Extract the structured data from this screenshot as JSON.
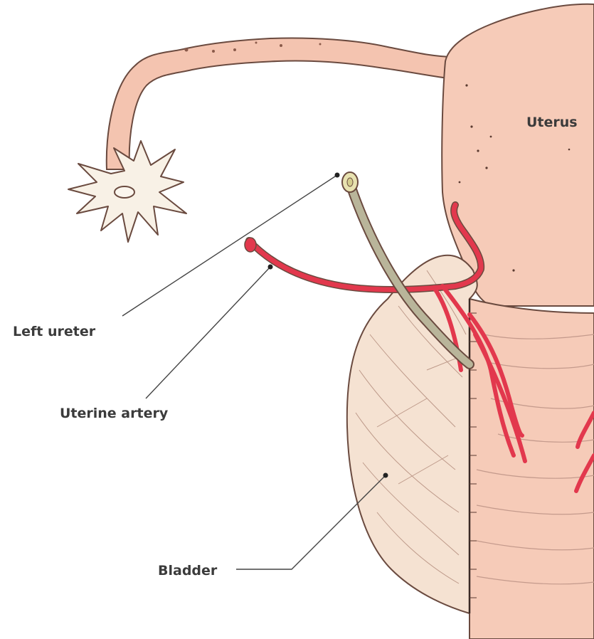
{
  "labels": {
    "uterus": "Uterus",
    "left_ureter": "Left ureter",
    "uterine_artery": "Uterine artery",
    "bladder": "Bladder"
  },
  "colors": {
    "uterus_fill": "#f6cbb8",
    "tube_fill": "#f4c4b0",
    "bladder_fill": "#f5e2d2",
    "artery": "#e2384d",
    "ureter": "#b9b59a",
    "fimbriae_fill": "#f8f1e6",
    "outline": "#6a4a3f",
    "leader": "#444444"
  }
}
